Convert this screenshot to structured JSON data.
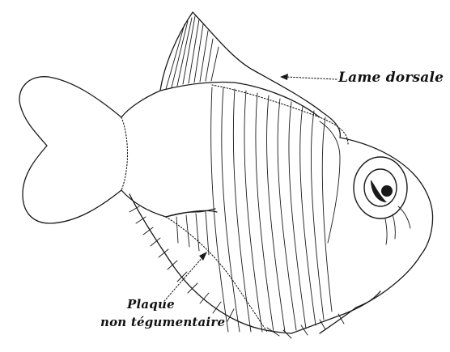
{
  "labels": {
    "dorsal_blade": "Lame dorsale",
    "plate_line1": "Plaque",
    "plate_line2": "non tégumentaire"
  },
  "colors": {
    "ink": "#1a1a1a",
    "background": "#ffffff"
  }
}
